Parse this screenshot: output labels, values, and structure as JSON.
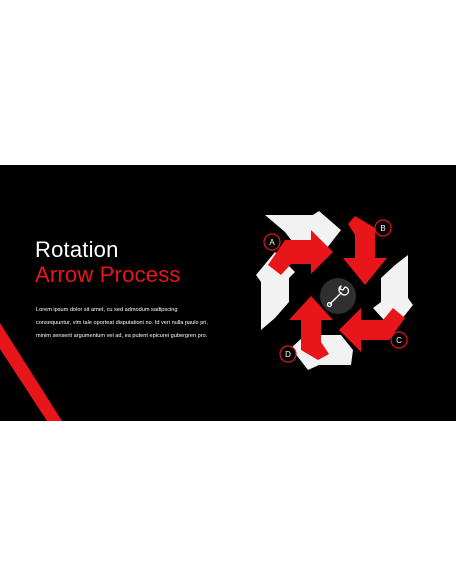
{
  "slide": {
    "title_line1": "Rotation",
    "title_line2": "Arrow Process",
    "body": "Lorem ipsum dolor sit amet, cu sed admodum sadipscing consequuntur, vim tale oporteat disputationi no. Id veri nulla paulo pri, minim senserit argumentum vel ad, ea putent epicurei gubergren pro."
  },
  "diagram": {
    "steps": [
      "A",
      "B",
      "C",
      "D"
    ],
    "center_icon": "wrench-icon"
  },
  "colors": {
    "background": "#000000",
    "accent": "#e8151a",
    "arrow_light": "#f2f2f2",
    "center_circle": "#2f2f2f"
  }
}
